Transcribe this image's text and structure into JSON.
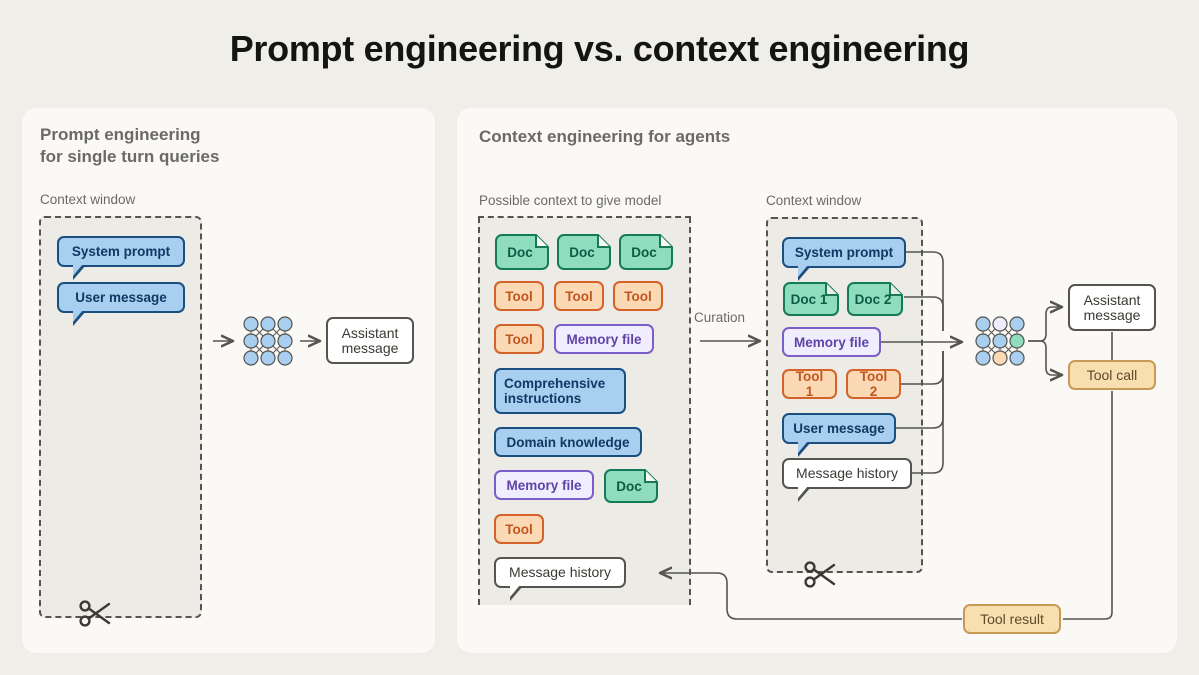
{
  "page": {
    "title": "Prompt engineering vs. context engineering",
    "background": "#F0EEE9",
    "panel_background": "#FAF9F6"
  },
  "colors": {
    "blue_fill": "#A8CEF0",
    "blue_border": "#1B4F82",
    "green_fill": "#8FDDBE",
    "green_border": "#147A59",
    "orange_fill": "#FBD9B5",
    "orange_border": "#D4622A",
    "purple_fill": "#F0EDFE",
    "purple_border": "#7B5EC7",
    "tan_fill": "#F8DFB0",
    "tan_border": "#C79A56",
    "line": "#55544F",
    "label_text": "#6B6A65"
  },
  "left_panel": {
    "title": "Prompt engineering\nfor single turn queries",
    "context_label": "Context window",
    "items": [
      {
        "label": "System prompt",
        "type": "bubble-blue"
      },
      {
        "label": "User message",
        "type": "bubble-blue"
      }
    ],
    "output": {
      "label": "Assistant\nmessage",
      "type": "box-white"
    },
    "model_icon": "neural-network-icon",
    "cut_icon": "scissors-icon"
  },
  "right_panel": {
    "title": "Context engineering for agents",
    "possible_context_label": "Possible context to give model",
    "context_window_label": "Context window",
    "curation_label": "Curation",
    "possible_context_items": [
      {
        "label": "Doc",
        "type": "doc"
      },
      {
        "label": "Doc",
        "type": "doc"
      },
      {
        "label": "Doc",
        "type": "doc"
      },
      {
        "label": "Tool",
        "type": "tool"
      },
      {
        "label": "Tool",
        "type": "tool"
      },
      {
        "label": "Tool",
        "type": "tool"
      },
      {
        "label": "Tool",
        "type": "tool"
      },
      {
        "label": "Memory file",
        "type": "memory"
      },
      {
        "label": "Comprehensive\ninstructions",
        "type": "instruction"
      },
      {
        "label": "Domain knowledge",
        "type": "instruction"
      },
      {
        "label": "Memory file",
        "type": "memory"
      },
      {
        "label": "Doc",
        "type": "doc"
      },
      {
        "label": "Tool",
        "type": "tool"
      },
      {
        "label": "Message history",
        "type": "bubble-white"
      }
    ],
    "context_window_items": [
      {
        "label": "System prompt",
        "type": "bubble-blue"
      },
      {
        "label": "Doc 1",
        "type": "doc"
      },
      {
        "label": "Doc 2",
        "type": "doc"
      },
      {
        "label": "Memory file",
        "type": "memory"
      },
      {
        "label": "Tool 1",
        "type": "tool"
      },
      {
        "label": "Tool 2",
        "type": "tool"
      },
      {
        "label": "User message",
        "type": "bubble-blue"
      },
      {
        "label": "Message history",
        "type": "bubble-white"
      }
    ],
    "outputs": [
      {
        "label": "Assistant\nmessage",
        "type": "box-white"
      },
      {
        "label": "Tool call",
        "type": "box-tan"
      }
    ],
    "feedback": {
      "label": "Tool result",
      "type": "box-tan"
    },
    "model_icon": "neural-network-icon",
    "cut_icon": "scissors-icon"
  }
}
